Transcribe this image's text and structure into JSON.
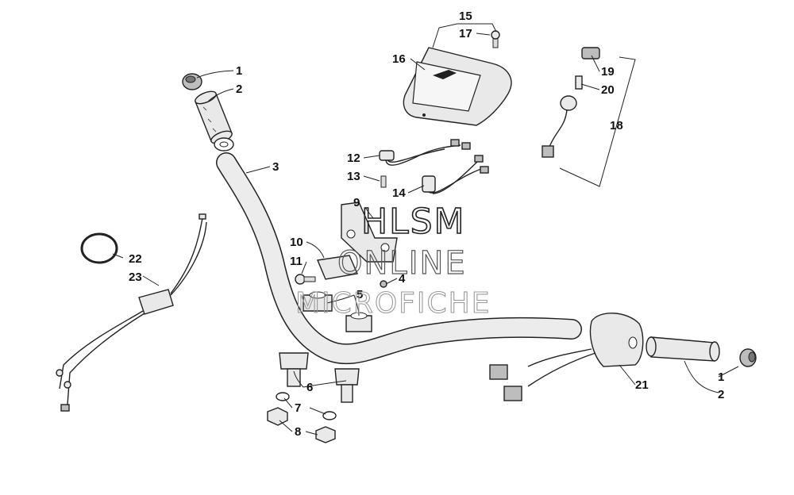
{
  "watermark": {
    "line1": "HLSM",
    "line2": "ONLINE",
    "line3": "MICROFICHE"
  },
  "callouts": [
    {
      "id": "c1a",
      "text": "1"
    },
    {
      "id": "c2a",
      "text": "2"
    },
    {
      "id": "c3",
      "text": "3"
    },
    {
      "id": "c4",
      "text": "4"
    },
    {
      "id": "c5",
      "text": "5"
    },
    {
      "id": "c6",
      "text": "6"
    },
    {
      "id": "c7",
      "text": "7"
    },
    {
      "id": "c8",
      "text": "8"
    },
    {
      "id": "c9",
      "text": "9"
    },
    {
      "id": "c10",
      "text": "10"
    },
    {
      "id": "c11",
      "text": "11"
    },
    {
      "id": "c12",
      "text": "12"
    },
    {
      "id": "c13",
      "text": "13"
    },
    {
      "id": "c14",
      "text": "14"
    },
    {
      "id": "c15",
      "text": "15"
    },
    {
      "id": "c16",
      "text": "16"
    },
    {
      "id": "c17",
      "text": "17"
    },
    {
      "id": "c18",
      "text": "18"
    },
    {
      "id": "c19",
      "text": "19"
    },
    {
      "id": "c20",
      "text": "20"
    },
    {
      "id": "c21",
      "text": "21"
    },
    {
      "id": "c22",
      "text": "22"
    },
    {
      "id": "c23",
      "text": "23"
    },
    {
      "id": "c1b",
      "text": "1"
    },
    {
      "id": "c2b",
      "text": "2"
    }
  ]
}
